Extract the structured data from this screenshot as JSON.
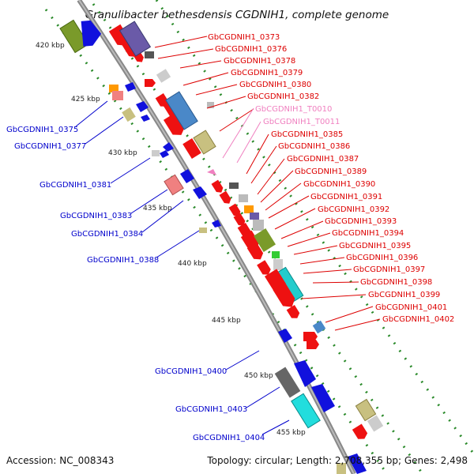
{
  "title": "Granulibacter bethesdensis CGDNIH1, complete genome",
  "footer": {
    "accession": "Accession: NC_008343",
    "topology": "Topology: circular; Length: 2,708,355 bp; Genes: 2,498"
  },
  "ticks": [
    "420 kbp",
    "425 kbp",
    "430 kbp",
    "435 kbp",
    "440 kbp",
    "445 kbp",
    "450 kbp",
    "455 kbp"
  ],
  "right_labels": [
    {
      "text": "GbCGDNIH1_0373",
      "color": "#dd0000"
    },
    {
      "text": "GbCGDNIH1_0376",
      "color": "#dd0000"
    },
    {
      "text": "GbCGDNIH1_0378",
      "color": "#dd0000"
    },
    {
      "text": "GbCGDNIH1_0379",
      "color": "#dd0000"
    },
    {
      "text": "GbCGDNIH1_0380",
      "color": "#dd0000"
    },
    {
      "text": "GbCGDNIH1_0382",
      "color": "#dd0000"
    },
    {
      "text": "GbCGDNIH1_T0010",
      "color": "#f080c0"
    },
    {
      "text": "GbCGDNIH1_T0011",
      "color": "#f080c0"
    },
    {
      "text": "GbCGDNIH1_0385",
      "color": "#dd0000"
    },
    {
      "text": "GbCGDNIH1_0386",
      "color": "#dd0000"
    },
    {
      "text": "GbCGDNIH1_0387",
      "color": "#dd0000"
    },
    {
      "text": "GbCGDNIH1_0389",
      "color": "#dd0000"
    },
    {
      "text": "GbCGDNIH1_0390",
      "color": "#dd0000"
    },
    {
      "text": "GbCGDNIH1_0391",
      "color": "#dd0000"
    },
    {
      "text": "GbCGDNIH1_0392",
      "color": "#dd0000"
    },
    {
      "text": "GbCGDNIH1_0393",
      "color": "#dd0000"
    },
    {
      "text": "GbCGDNIH1_0394",
      "color": "#dd0000"
    },
    {
      "text": "GbCGDNIH1_0395",
      "color": "#dd0000"
    },
    {
      "text": "GbCGDNIH1_0396",
      "color": "#dd0000"
    },
    {
      "text": "GbCGDNIH1_0397",
      "color": "#dd0000"
    },
    {
      "text": "GbCGDNIH1_0398",
      "color": "#dd0000"
    },
    {
      "text": "GbCGDNIH1_0399",
      "color": "#dd0000"
    },
    {
      "text": "GbCGDNIH1_0401",
      "color": "#dd0000"
    },
    {
      "text": "GbCGDNIH1_0402",
      "color": "#dd0000"
    }
  ],
  "left_labels": [
    {
      "text": "GbCGDNIH1_0375",
      "color": "#0000cc"
    },
    {
      "text": "GbCGDNIH1_0377",
      "color": "#0000cc"
    },
    {
      "text": "GbCGDNIH1_0381",
      "color": "#0000cc"
    },
    {
      "text": "GbCGDNIH1_0383",
      "color": "#0000cc"
    },
    {
      "text": "GbCGDNIH1_0384",
      "color": "#0000cc"
    },
    {
      "text": "GbCGDNIH1_0388",
      "color": "#0000cc"
    },
    {
      "text": "GbCGDNIH1_0400",
      "color": "#0000cc"
    },
    {
      "text": "GbCGDNIH1_0403",
      "color": "#0000cc"
    },
    {
      "text": "GbCGDNIH1_0404",
      "color": "#0000cc"
    }
  ],
  "colors": {
    "forward_strand": "#ee1111",
    "reverse_strand": "#1111dd",
    "backbone": "#999999",
    "tick_dots": "#2a8a2a"
  }
}
